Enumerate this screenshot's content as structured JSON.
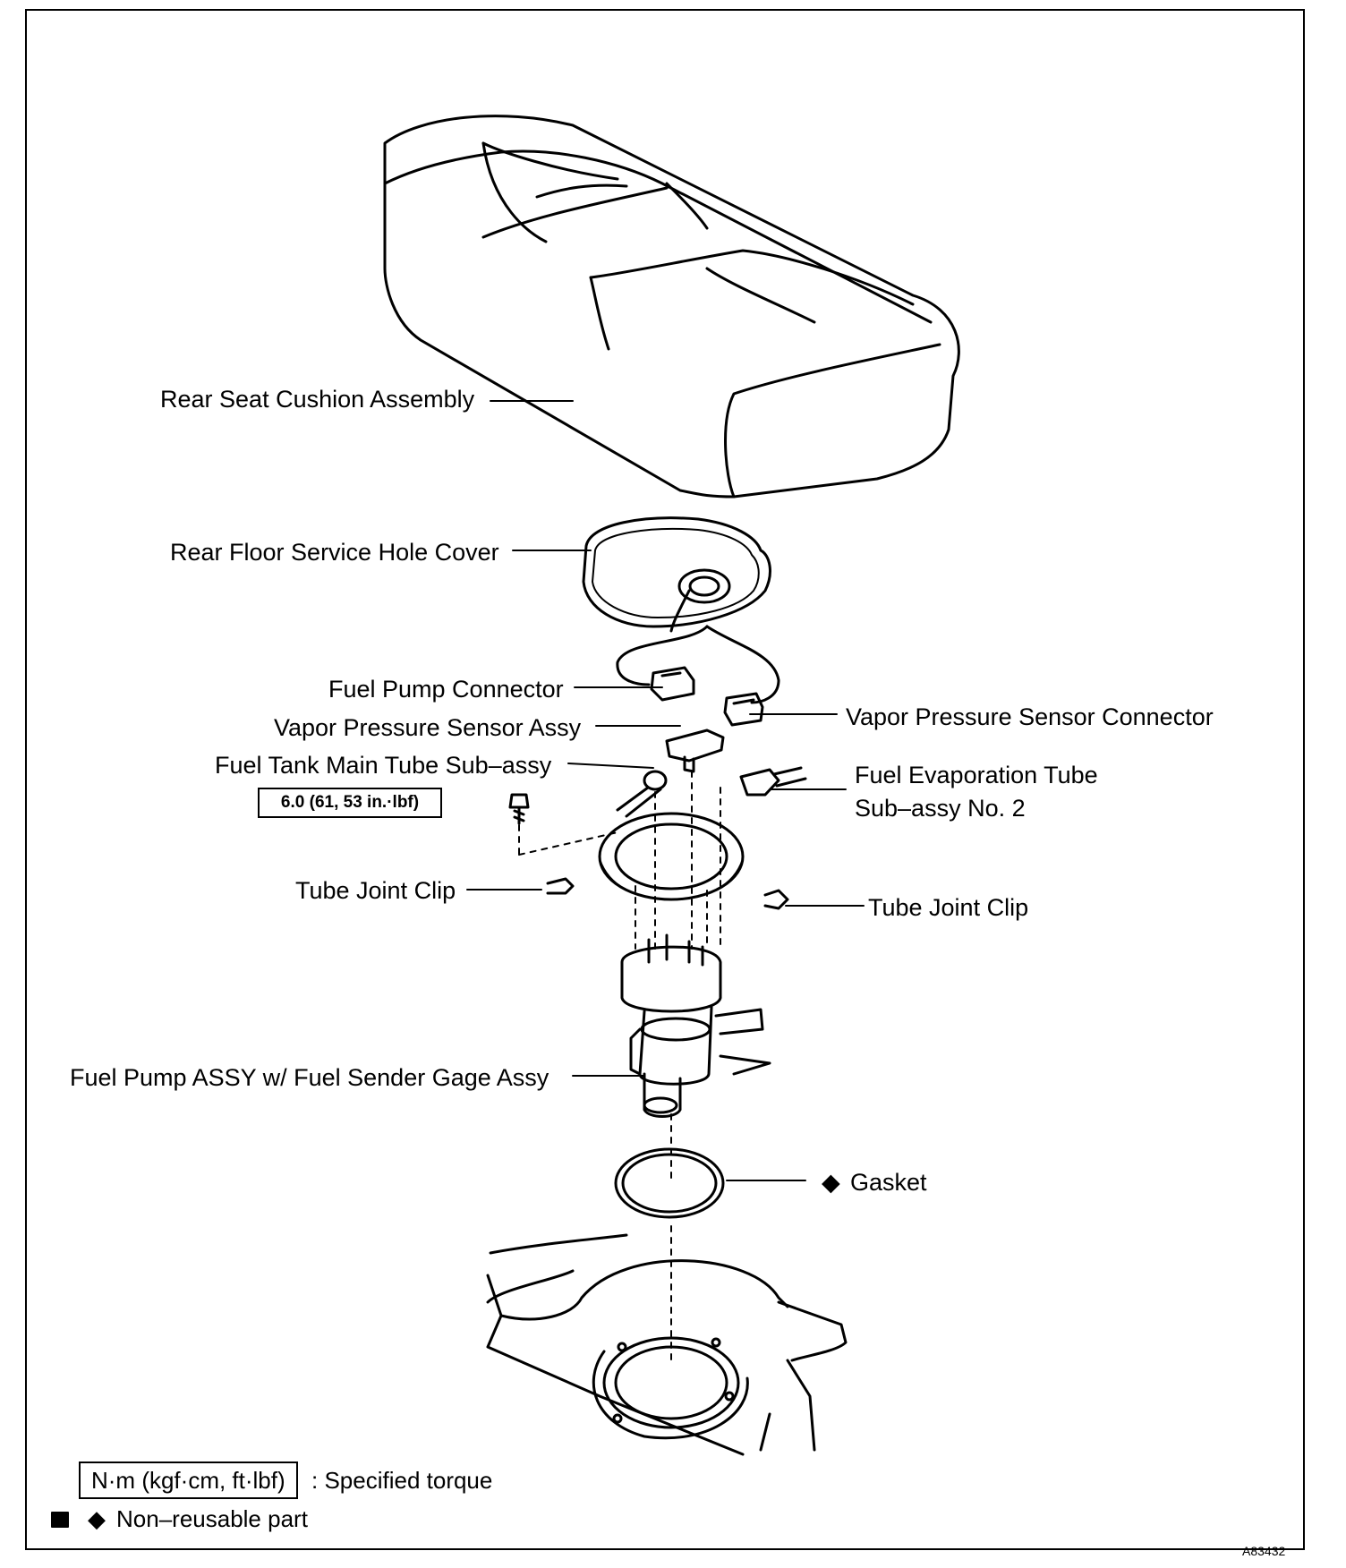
{
  "labels": {
    "rear_seat_cushion": "Rear Seat Cushion Assembly",
    "service_hole_cover": "Rear Floor Service Hole Cover",
    "fuel_pump_connector": "Fuel Pump Connector",
    "vapor_sensor_connector": "Vapor Pressure Sensor Connector",
    "vapor_sensor_assy": "Vapor Pressure Sensor Assy",
    "main_tube": "Fuel Tank Main Tube Sub–assy",
    "evap_tube_line1": "Fuel Evaporation Tube",
    "evap_tube_line2": "Sub–assy No. 2",
    "tube_joint_clip_left": "Tube Joint Clip",
    "tube_joint_clip_right": "Tube Joint Clip",
    "fuel_pump_assy": "Fuel Pump ASSY w/ Fuel Sender Gage Assy",
    "gasket": "Gasket"
  },
  "torque_spec": "6.0 (61, 53 in.·lbf)",
  "legend": {
    "torque_units": "N·m (kgf·cm, ft·lbf)",
    "torque_desc": ": Specified torque",
    "nonreusable_desc": "Non–reusable part",
    "diamond_symbol": "◆"
  },
  "figure_code": "A83432"
}
